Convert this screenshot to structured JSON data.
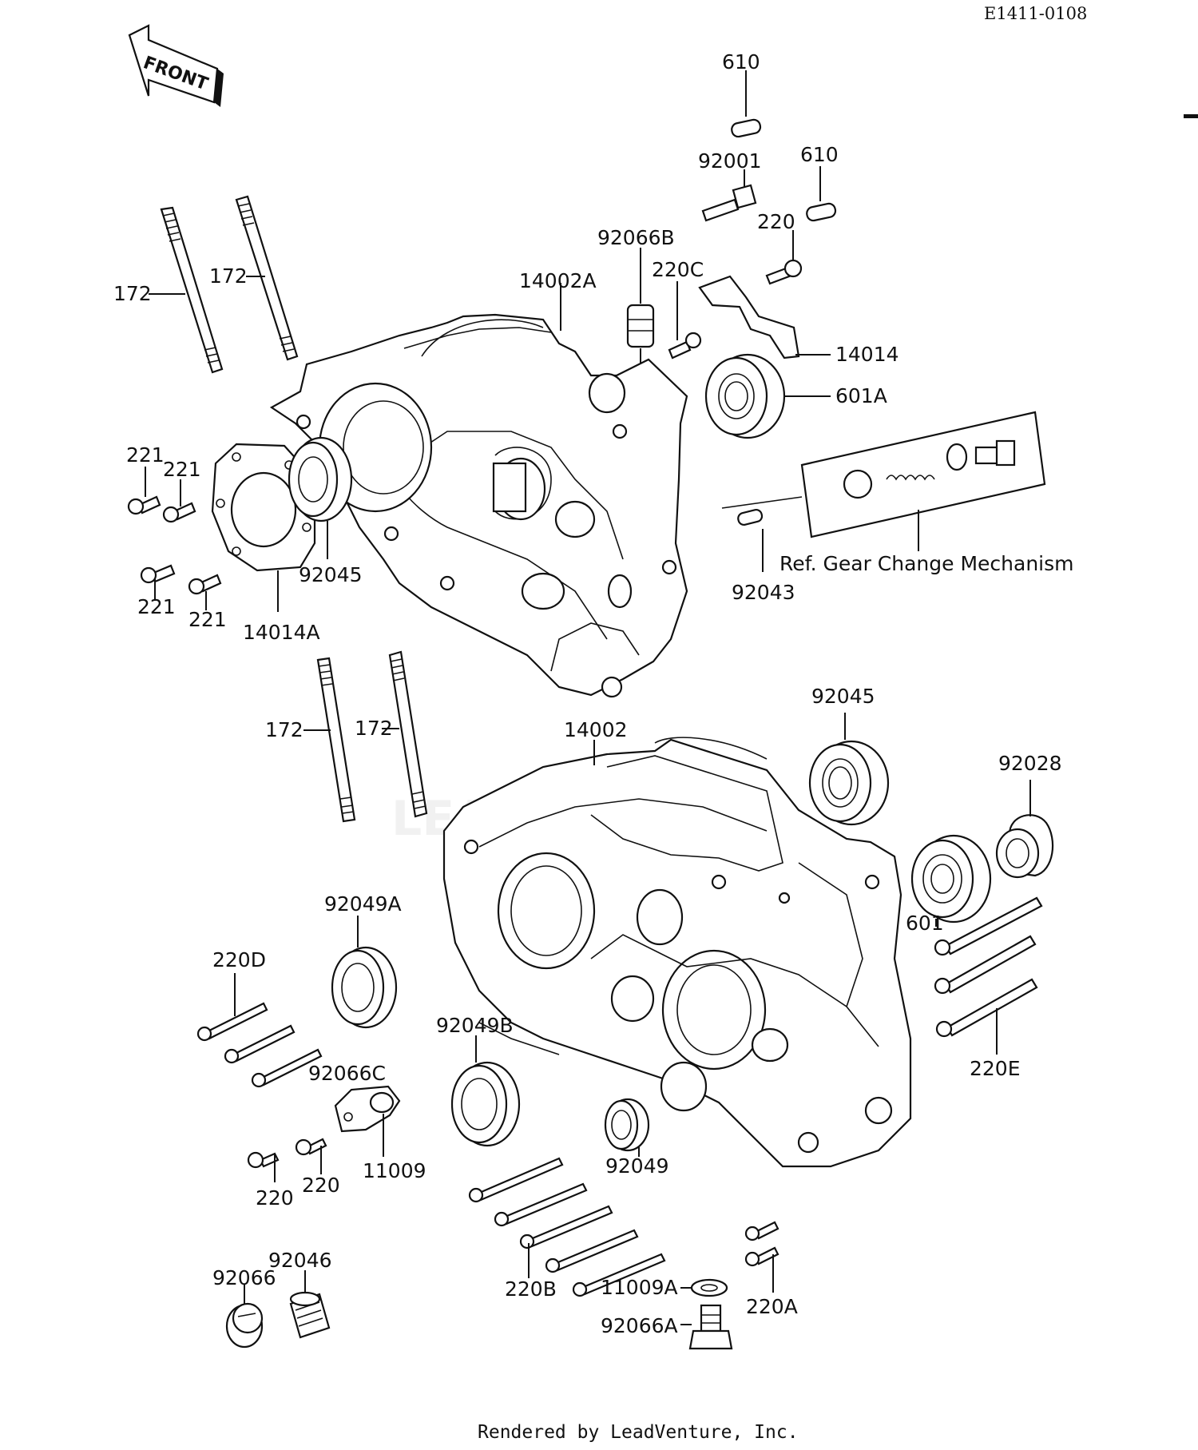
{
  "diagram_code": "E1411-0108",
  "front_arrow_text": "FRONT",
  "reference_note": "Ref.  Gear Change Mechanism",
  "footer": "Rendered by LeadVenture, Inc.",
  "watermark": "LEADVENTURE",
  "labels": {
    "l_610a": "610",
    "l_610b": "610",
    "l_92001": "92001",
    "l_220_top": "220",
    "l_92066B": "92066B",
    "l_220C": "220C",
    "l_14002A": "14002A",
    "l_14014": "14014",
    "l_601A": "601A",
    "l_172a": "172",
    "l_172b": "172",
    "l_221a": "221",
    "l_221b": "221",
    "l_221c": "221",
    "l_221d": "221",
    "l_92045_top": "92045",
    "l_14014A": "14014A",
    "l_92043": "92043",
    "l_172c": "172",
    "l_172d": "172",
    "l_14002": "14002",
    "l_92045_r": "92045",
    "l_92028": "92028",
    "l_601": "601",
    "l_92049A": "92049A",
    "l_220D": "220D",
    "l_220E": "220E",
    "l_92049B": "92049B",
    "l_92066C": "92066C",
    "l_11009": "11009",
    "l_220a": "220",
    "l_220b": "220",
    "l_92049": "92049",
    "l_220B": "220B",
    "l_92066": "92066",
    "l_92046": "92046",
    "l_11009A": "11009A",
    "l_92066A": "92066A",
    "l_220A": "220A"
  }
}
